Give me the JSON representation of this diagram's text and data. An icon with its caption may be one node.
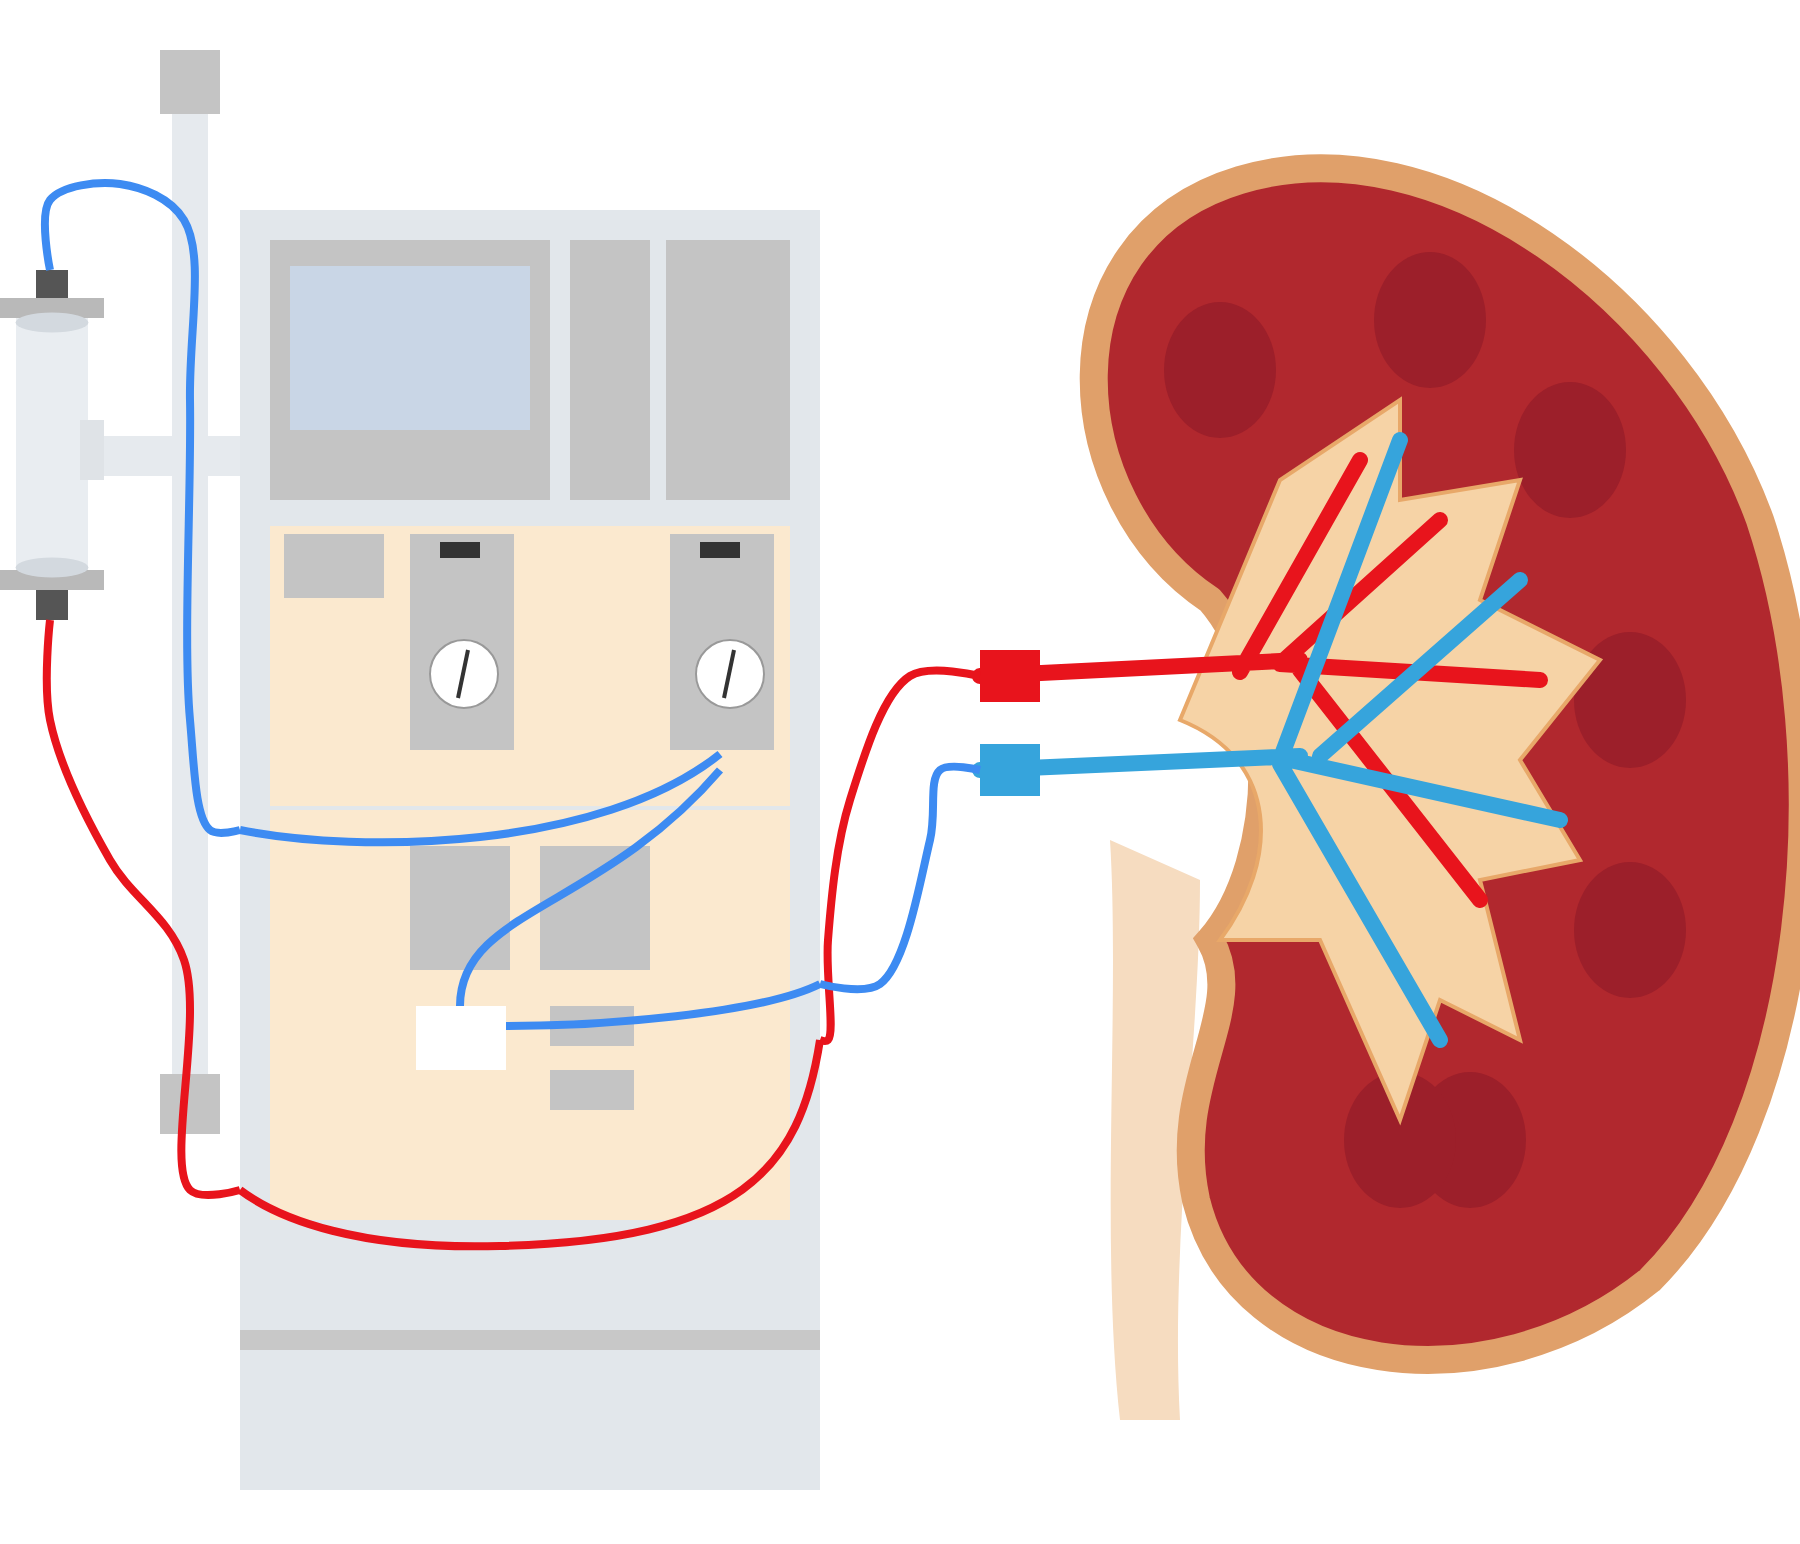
{
  "diagram": {
    "nodes": [
      {
        "text": [],
        "shape": "cylinder"
      },
      {
        "text": [],
        "shape": "picture"
      },
      {
        "text": [],
        "shape": "picture"
      }
    ],
    "edges": [
      {
        "from": 2,
        "to": 1,
        "arrow": "none",
        "color": "#e8141c"
      },
      {
        "from": 1,
        "to": 0,
        "arrow": "none",
        "color": "#e8141c"
      },
      {
        "from": 0,
        "to": 1,
        "arrow": "none",
        "color": "#3d8bf2"
      },
      {
        "from": 1,
        "to": 2,
        "arrow": "none",
        "color": "#3d8bf2"
      }
    ]
  }
}
